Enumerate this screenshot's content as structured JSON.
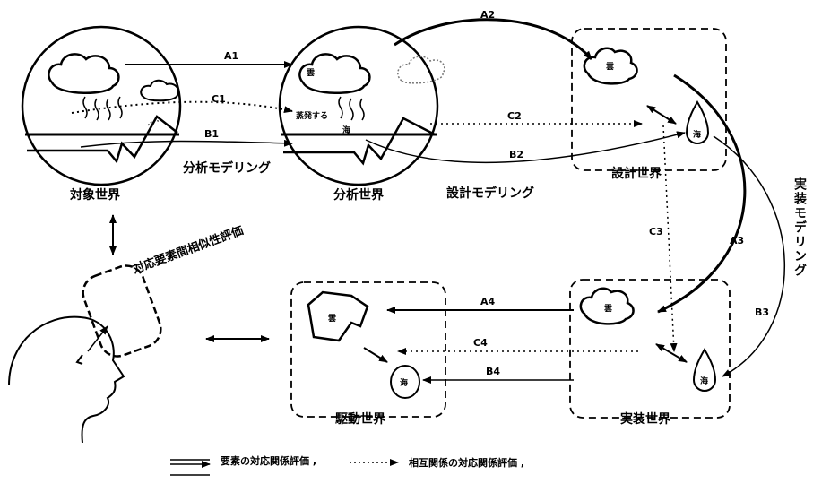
{
  "worlds": {
    "target": "対象世界",
    "analysis": "分析世界",
    "design": "設計世界",
    "implementation": "実装世界",
    "driving": "駆動世界"
  },
  "processes": {
    "analysis_modeling": "分析モデリング",
    "design_modeling": "設計モデリング",
    "implementation_modeling": "実装モデリング"
  },
  "evaluation_box": "対応要素間相似性評価",
  "edges": {
    "A1": "A1",
    "A2": "A2",
    "A3": "A3",
    "A4": "A4",
    "B1": "B1",
    "B2": "B2",
    "B3": "B3",
    "B4": "B4",
    "C1": "C1",
    "C2": "C2",
    "C3": "C3",
    "C4": "C4"
  },
  "glyphs": {
    "cloud": "雲",
    "sea": "海",
    "evaporate": "蒸発する"
  },
  "legend": {
    "element": "要素の対応関係評価 ,",
    "relation": "相互関係の対応関係評価 ,"
  }
}
